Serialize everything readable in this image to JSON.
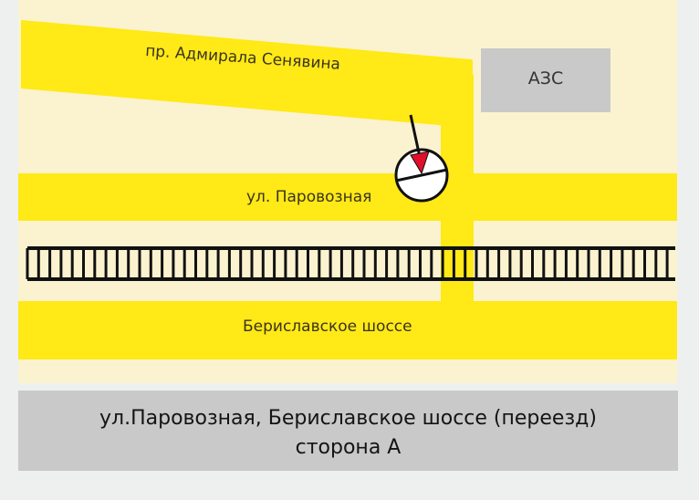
{
  "map": {
    "roads": {
      "admiral_senyavin": "пр. Адмирала Сенявина",
      "parovoznaya": "ул. Паровозная",
      "berislavskoe": "Бериславское шоссе"
    },
    "gas_station": "АЗС",
    "colors": {
      "road": "#ffe916",
      "background": "#fbf3cf",
      "marker_arrow": "#e0102a",
      "railway": "#111111",
      "gray_box": "#c9c9c9"
    }
  },
  "caption": {
    "line1": "ул.Паровозная, Бериславское шоссе (переезд)",
    "line2": "сторона А"
  }
}
